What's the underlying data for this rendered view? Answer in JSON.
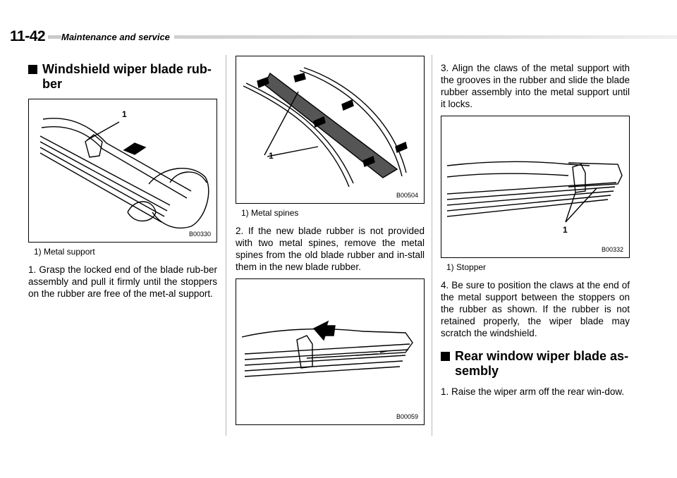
{
  "header": {
    "page_number": "11-42",
    "section": "Maintenance and service"
  },
  "col1": {
    "heading": "Windshield wiper blade rub-ber",
    "figure": {
      "code": "B00330",
      "callout": "1"
    },
    "caption": "1)  Metal support",
    "step1": "1.  Grasp the locked end of the blade rub-ber assembly and pull it firmly until the stoppers on the rubber are free of the met-al support."
  },
  "col2": {
    "figure1": {
      "code": "B00504",
      "callout": "1"
    },
    "caption": "1)  Metal spines",
    "step2": "2.  If the new blade rubber is not provided with two metal spines, remove the metal spines from the old blade rubber and in-stall them in the new blade rubber.",
    "figure2": {
      "code": "B00059"
    }
  },
  "col3": {
    "step3": "3.  Align the claws of the metal support with the grooves in the rubber and slide the blade rubber assembly into the metal support until it locks.",
    "figure": {
      "code": "B00332",
      "callout": "1"
    },
    "caption": "1)  Stopper",
    "step4": "4.  Be sure to position the claws at the end of the metal support between the stoppers on the rubber as shown. If the rubber is not retained properly, the wiper blade may scratch the windshield.",
    "heading": "Rear window wiper blade as-sembly",
    "step1": "1.  Raise the wiper arm off the rear win-dow."
  }
}
